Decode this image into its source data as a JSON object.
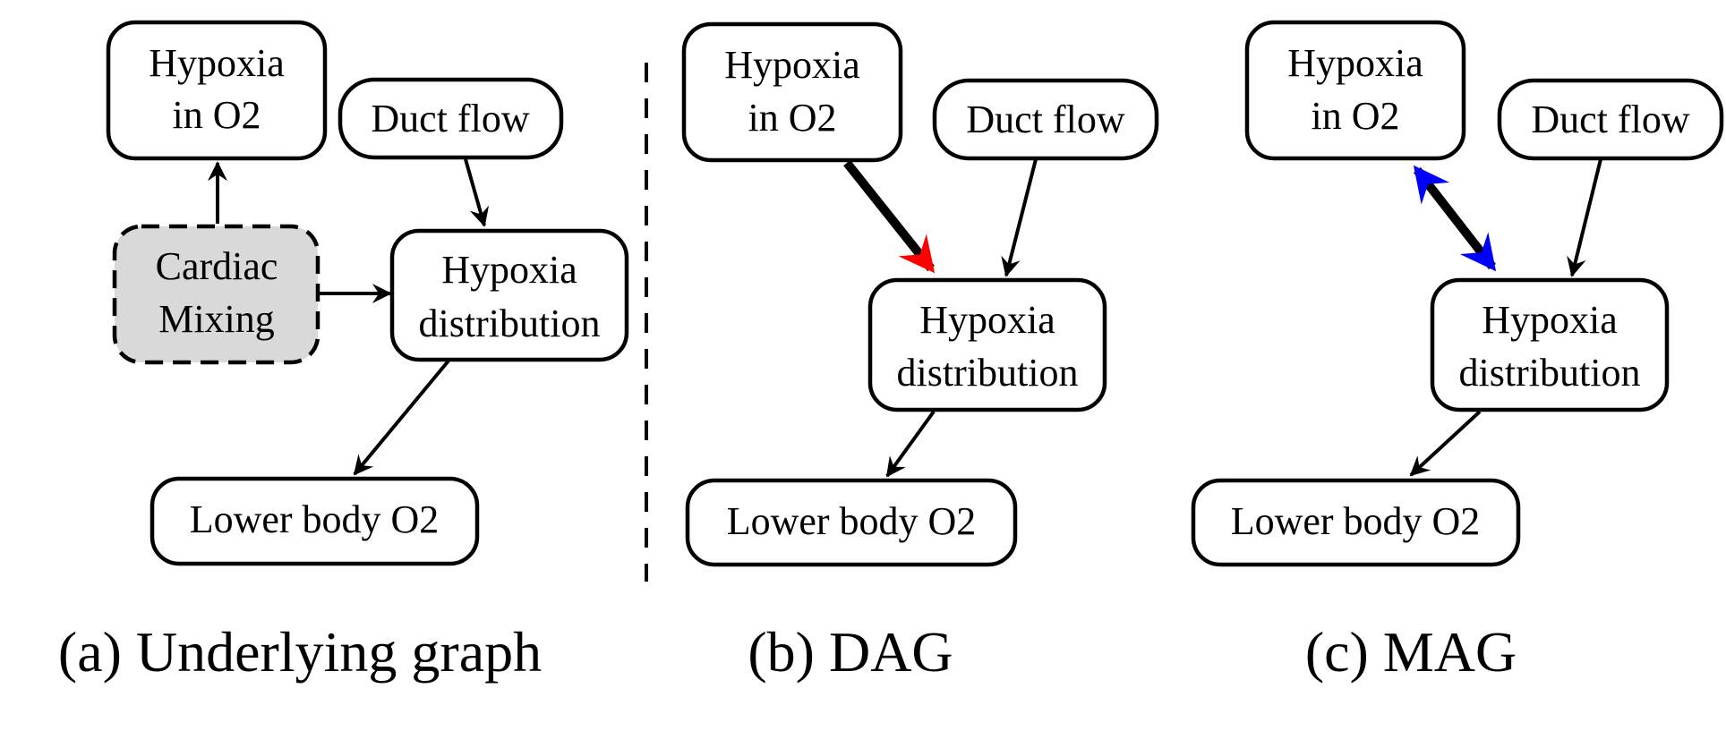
{
  "colors": {
    "dag_edge": "#ff0000",
    "mag_edge": "#0000ff",
    "latent_fill": "#d9d9d9",
    "stroke": "#000000"
  },
  "panels": {
    "a": {
      "caption": "(a) Underlying graph",
      "nodes": {
        "hypoxia_o2": [
          "Hypoxia",
          "in O2"
        ],
        "duct_flow": [
          "Duct flow"
        ],
        "cardiac_mixing": [
          "Cardiac",
          "Mixing"
        ],
        "hypoxia_distribution": [
          "Hypoxia",
          "distribution"
        ],
        "lower_body_o2": [
          "Lower body O2"
        ]
      }
    },
    "b": {
      "caption": "(b) DAG",
      "nodes": {
        "hypoxia_o2": [
          "Hypoxia",
          "in O2"
        ],
        "duct_flow": [
          "Duct flow"
        ],
        "hypoxia_distribution": [
          "Hypoxia",
          "distribution"
        ],
        "lower_body_o2": [
          "Lower body O2"
        ]
      }
    },
    "c": {
      "caption": "(c) MAG",
      "nodes": {
        "hypoxia_o2": [
          "Hypoxia",
          "in O2"
        ],
        "duct_flow": [
          "Duct flow"
        ],
        "hypoxia_distribution": [
          "Hypoxia",
          "distribution"
        ],
        "lower_body_o2": [
          "Lower body O2"
        ]
      }
    }
  }
}
